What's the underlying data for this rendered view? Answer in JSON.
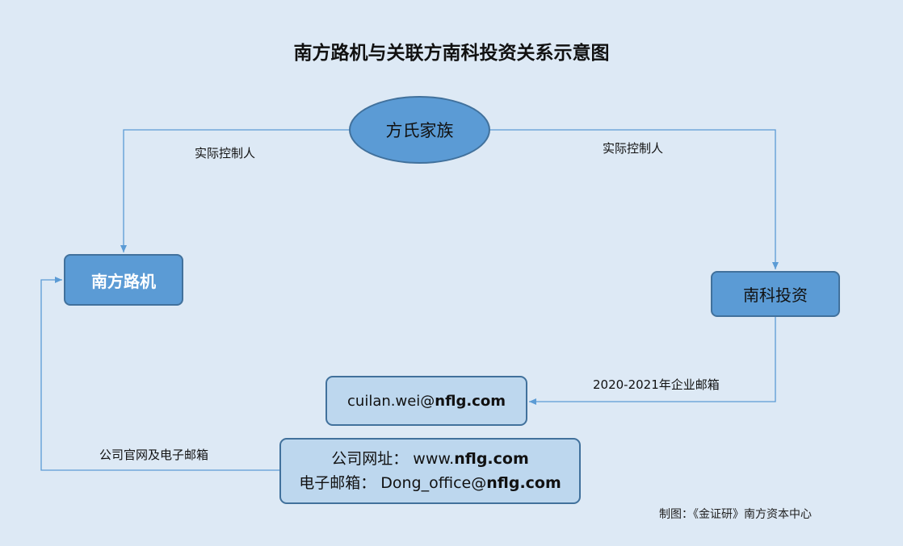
{
  "title": "南方路机与关联方南科投资关系示意图",
  "nodes": {
    "family": "方氏家族",
    "nflg": "南方路机",
    "nkt": "南科投资",
    "email_node": {
      "prefix": "cuilan.wei@",
      "domain": "nflg.com"
    },
    "site_node": {
      "line1_prefix": "公司网址：  www.",
      "line1_domain": "nflg.com",
      "line2_prefix": "电子邮箱：  Dong_office@",
      "line2_domain": "nflg.com"
    }
  },
  "edges": {
    "left_label": "实际控制人",
    "right_label": "实际控制人",
    "email_label": "2020-2021年企业邮箱",
    "site_label": "公司官网及电子邮箱"
  },
  "credit": "制图：《金证研》南方资本中心",
  "colors": {
    "background": "#dde9f5",
    "node_dark": "#5b9bd5",
    "node_light": "#bdd7ee",
    "border": "#41719c",
    "connector": "#5b9bd5"
  }
}
